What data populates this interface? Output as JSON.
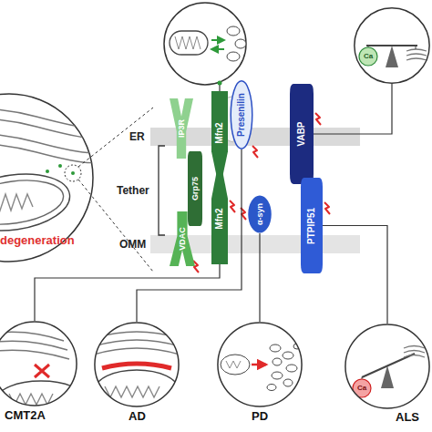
{
  "diagram": {
    "nodes": [
      {
        "text": [
          "IP3R"
        ]
      },
      {
        "text": [
          "Grp75"
        ]
      },
      {
        "text": [
          "VDAC"
        ]
      },
      {
        "text": [
          "Mfn2"
        ]
      },
      {
        "text": [
          "Mfn2"
        ]
      },
      {
        "text": [
          "Presenilin"
        ]
      },
      {
        "text": [
          "α-syn"
        ]
      },
      {
        "text": [
          "VABP"
        ]
      },
      {
        "text": [
          "PTPIP51"
        ]
      },
      {
        "text": [
          "Ca"
        ]
      },
      {
        "text": [
          "CMT2A"
        ]
      },
      {
        "text": [
          "AD"
        ]
      },
      {
        "text": [
          "PD"
        ]
      },
      {
        "text": [
          "ALS",
          "Ca"
        ]
      }
    ],
    "edges": [
      {
        "from": 4,
        "to": 10,
        "arrow": "none"
      },
      {
        "from": 5,
        "to": 11,
        "arrow": "none"
      },
      {
        "from": 6,
        "to": 12,
        "arrow": "none"
      },
      {
        "from": 8,
        "to": 13,
        "arrow": "none"
      },
      {
        "from": 7,
        "to": 9,
        "arrow": "none"
      }
    ],
    "labels": [
      "degeneration",
      "ER",
      "OMM",
      "Tether"
    ]
  }
}
